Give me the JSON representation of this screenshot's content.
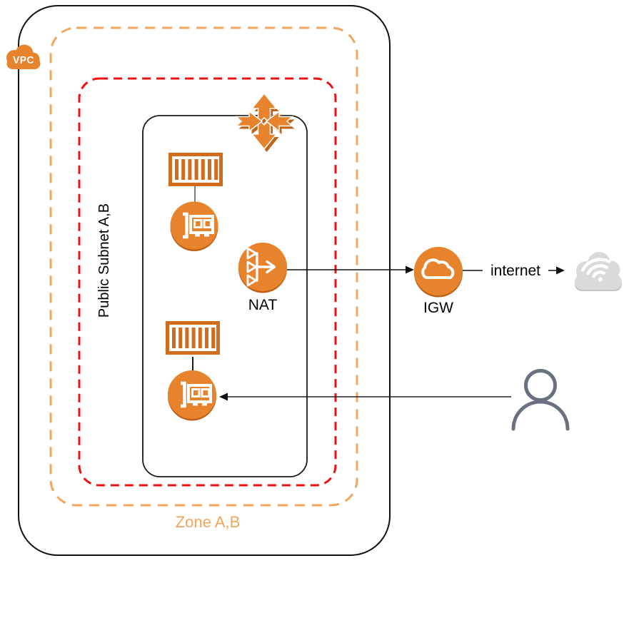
{
  "diagram": {
    "type": "aws-vpc-architecture",
    "labels": {
      "vpc": "VPC",
      "subnet": "Public Subnet A,B",
      "zone": "Zone A,B",
      "nat": "NAT",
      "igw": "IGW",
      "internet": "internet"
    },
    "colors": {
      "icon_orange": "#E8832D",
      "icon_orange_shadow": "#BE6418",
      "container_orange": "#D06C1C",
      "zone_dash_orange": "#F4A45C",
      "subnet_dash_red": "#EE1111",
      "line_black": "#111111",
      "user_gray": "#6A7080",
      "internet_cloud_gray": "#DADADA"
    },
    "boundaries": [
      {
        "name": "vpc-boundary",
        "style": "solid-black-rounded",
        "label": "VPC"
      },
      {
        "name": "zone-boundary",
        "style": "dashed-orange-rounded",
        "label": "Zone A,B"
      },
      {
        "name": "security-boundary",
        "style": "dashed-red-rounded",
        "label": ""
      },
      {
        "name": "subnet-box",
        "style": "solid-black-rounded",
        "label": "Public Subnet A,B"
      }
    ],
    "nodes": [
      {
        "id": "router",
        "icon": "four-way-arrows-icon",
        "label": ""
      },
      {
        "id": "container-a",
        "icon": "container-icon",
        "label": ""
      },
      {
        "id": "eni-a",
        "icon": "network-interface-icon",
        "label": ""
      },
      {
        "id": "container-b",
        "icon": "container-icon",
        "label": ""
      },
      {
        "id": "eni-b",
        "icon": "network-interface-icon",
        "label": ""
      },
      {
        "id": "nat",
        "icon": "nat-gateway-icon",
        "label": "NAT"
      },
      {
        "id": "igw",
        "icon": "internet-gateway-icon",
        "label": "IGW"
      },
      {
        "id": "internet",
        "icon": "wifi-cloud-icon",
        "label": "internet"
      },
      {
        "id": "user",
        "icon": "person-icon",
        "label": ""
      }
    ],
    "edges": [
      {
        "from": "container-a",
        "to": "eni-a",
        "style": "plain-gray"
      },
      {
        "from": "container-b",
        "to": "eni-b",
        "style": "plain-black"
      },
      {
        "from": "nat",
        "to": "igw",
        "style": "arrow"
      },
      {
        "from": "igw",
        "to": "internet",
        "style": "arrow-through-label"
      },
      {
        "from": "user",
        "to": "eni-b",
        "style": "arrow"
      }
    ]
  }
}
